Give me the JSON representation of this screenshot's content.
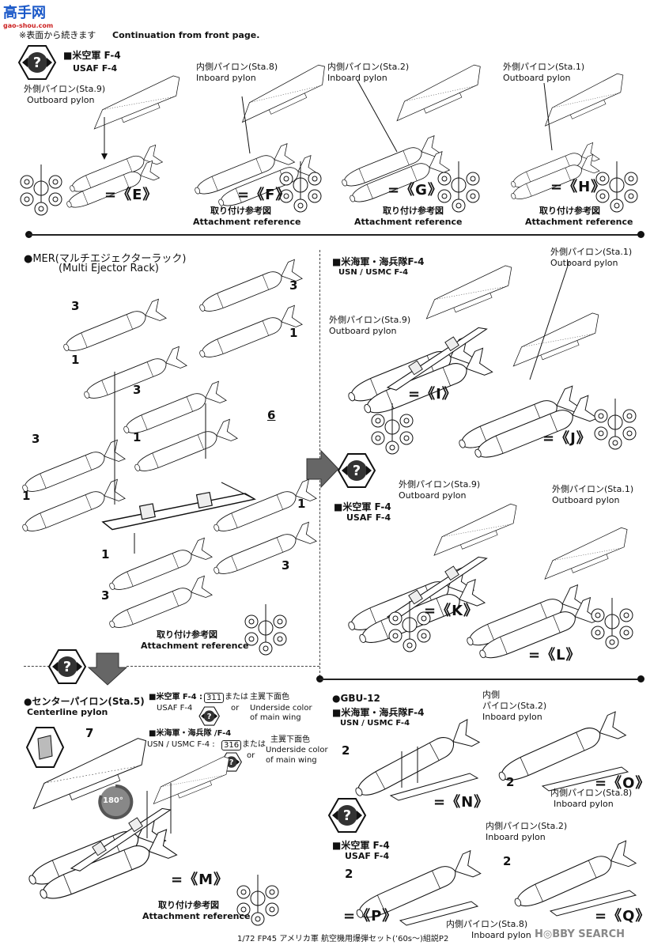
{
  "site": {
    "logo_text": "高手网",
    "logo_url": "gao-shou.com"
  },
  "header": {
    "continued_jp": "※表面から続きます",
    "continued_en": "Continuation from front page."
  },
  "top": {
    "title_jp": "■米空軍 F-4",
    "title_en": "USAF F-4",
    "sta9_jp": "外側パイロン(Sta.9)",
    "sta9_en": "Outboard pylon",
    "sta8_jp": "内側パイロン(Sta.8)",
    "sta8_en": "Inboard pylon",
    "sta2_jp": "内側パイロン(Sta.2)",
    "sta2_en": "Inboard pylon",
    "sta1_jp": "外側パイロン(Sta.1)",
    "sta1_en": "Outboard pylon",
    "ref_jp": "取り付け参考図",
    "ref_en": "Attachment reference",
    "lbl_E": "=《E》",
    "lbl_F": "=《F》",
    "lbl_G": "=《G》",
    "lbl_H": "=《H》"
  },
  "mer": {
    "title_jp": "●MER(マルチエジェクターラック)",
    "title_en": "(Multi Ejector Rack)",
    "part_3": "3",
    "part_1": "1",
    "part_6": "6",
    "ref_jp": "取り付け参考図",
    "ref_en": "Attachment reference"
  },
  "usn": {
    "title_jp": "■米海軍・海兵隊F-4",
    "title_en": "USN / USMC F-4",
    "sta1_jp": "外側パイロン(Sta.1)",
    "sta1_en": "Outboard pylon",
    "sta9_jp": "外側パイロン(Sta.9)",
    "sta9_en": "Outboard pylon",
    "lbl_I": "=《I》",
    "lbl_J": "=《J》"
  },
  "usaf2": {
    "title_jp": "■米空軍 F-4",
    "title_en": "USAF F-4",
    "sta9_jp": "外側パイロン(Sta.9)",
    "sta9_en": "Outboard pylon",
    "sta1_jp": "外側パイロン(Sta.1)",
    "sta1_en": "Outboard pylon",
    "lbl_K": "=《K》",
    "lbl_L": "=《L》"
  },
  "center": {
    "title_jp": "●センターパイロン(Sta.5)",
    "title_en": "Centerline pylon",
    "usaf_jp": "■米空軍 F-4 :",
    "usaf_en": "USAF F-4",
    "usaf_num": "311",
    "usn_jp": "■米海軍・海兵隊 /F-4",
    "usn_en": "USN / USMC F-4 :",
    "usn_num": "316",
    "mataha": "または",
    "or": "or",
    "color_jp": "主翼下面色",
    "color_en1": "Underside color",
    "color_en2": "of main wing",
    "part_7": "7",
    "rotate": "180°",
    "lbl_M": "=《M》",
    "ref_jp": "取り付け参考図",
    "ref_en": "Attachment reference"
  },
  "gbu": {
    "title": "●GBU-12",
    "usn_jp": "■米海軍・海兵隊F-4",
    "usn_en": "USN / USMC F-4",
    "usaf_jp": "■米空軍 F-4",
    "usaf_en": "USAF F-4",
    "inner_jp": "内側",
    "sta2_jp": "パイロン(Sta.2)",
    "sta2_en": "Inboard pylon",
    "sta2b_jp": "内側パイロン(Sta.2)",
    "sta2b_en": "Inboard pylon",
    "sta8_jp": "内側パイロン(Sta.8)",
    "sta8_en": "Inboard pylon",
    "part_2": "2",
    "lbl_N": "=《N》",
    "lbl_O": "=《O》",
    "lbl_P": "=《P》",
    "lbl_Q": "=《Q》"
  },
  "footer": {
    "text": "1/72 FP45 アメリカ軍 航空機用爆弾セット(’60s〜)組説P2",
    "watermark": "H◎BBY SEARCH"
  }
}
